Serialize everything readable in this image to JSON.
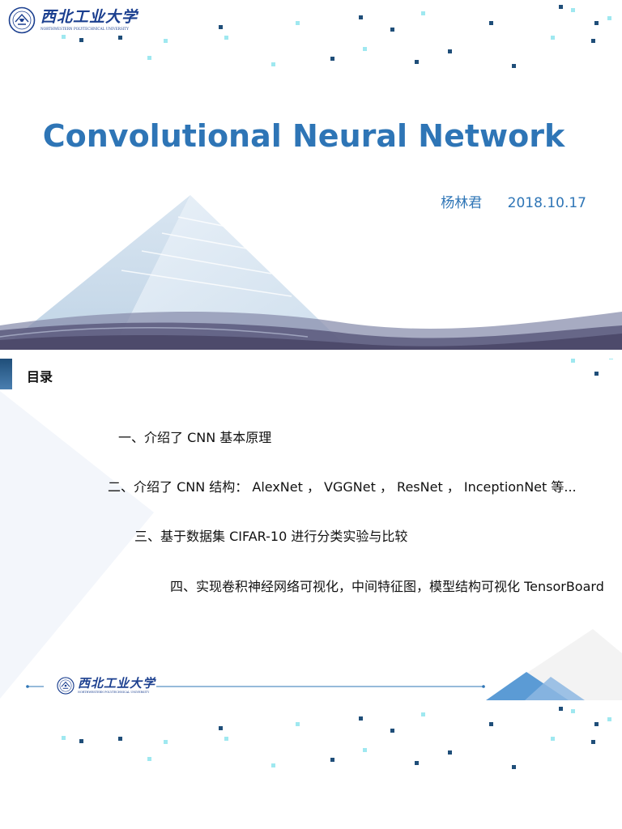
{
  "cover": {
    "logo": {
      "name_cn": "西北工业大学",
      "name_en": "NORTHWESTERN POLYTECHNICAL UNIVERSITY"
    },
    "title": "Convolutional Neural Network",
    "author": "杨林君",
    "date": "2018.10.17"
  },
  "outline": {
    "heading": "目录",
    "items": [
      "一、介绍了 CNN 基本原理",
      "二、介绍了 CNN 结构： AlexNet ， VGGNet ， ResNet ， InceptionNet 等...",
      "三、基于数据集 CIFAR-10 进行分类实验与比较",
      "四、实现卷积神经网络可视化，中间特征图，模型结构可视化 TensorBoard"
    ],
    "footer_logo": {
      "name_cn": "西北工业大学",
      "name_en": "NORTHWESTERN POLYTECHNICAL UNIVERSITY"
    }
  },
  "colors": {
    "title_blue": "#2e75b6",
    "logo_navy": "#1b3f8f",
    "dot_dark": "#1f4e79",
    "dot_light": "#9fe8f0",
    "wave_dark": "#4d4a6b"
  }
}
